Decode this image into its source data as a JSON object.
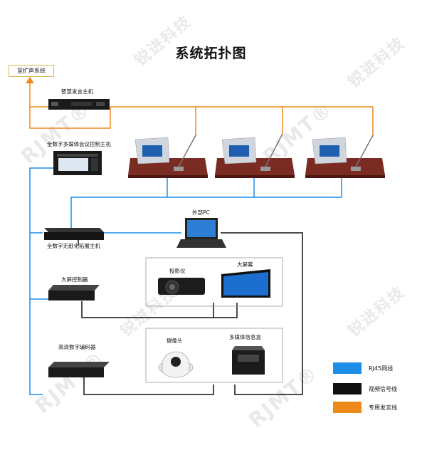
{
  "title": "系统拓扑图",
  "external_system": "至扩声系统",
  "devices": {
    "smart_speech_host": "智慧发言主机",
    "media_control_host": "全数字多媒体会议控制主机",
    "paperless_host": "全数字无纸化拓展主机",
    "external_pc": "外部PC",
    "projector": "投影仪",
    "big_screen": "大屏幕",
    "screen_controller": "大屏控制器",
    "hd_encoder": "高清数字编码器",
    "camera": "摄像头",
    "media_box": "多媒体信息盒"
  },
  "legend": [
    {
      "label": "RJ45网线",
      "color": "#1c8ee8"
    },
    {
      "label": "视频信号线",
      "color": "#111111"
    },
    {
      "label": "专用发言线",
      "color": "#ee8a1c"
    }
  ],
  "watermark": {
    "logo": "RJMT",
    "brand": "锐进科技"
  }
}
